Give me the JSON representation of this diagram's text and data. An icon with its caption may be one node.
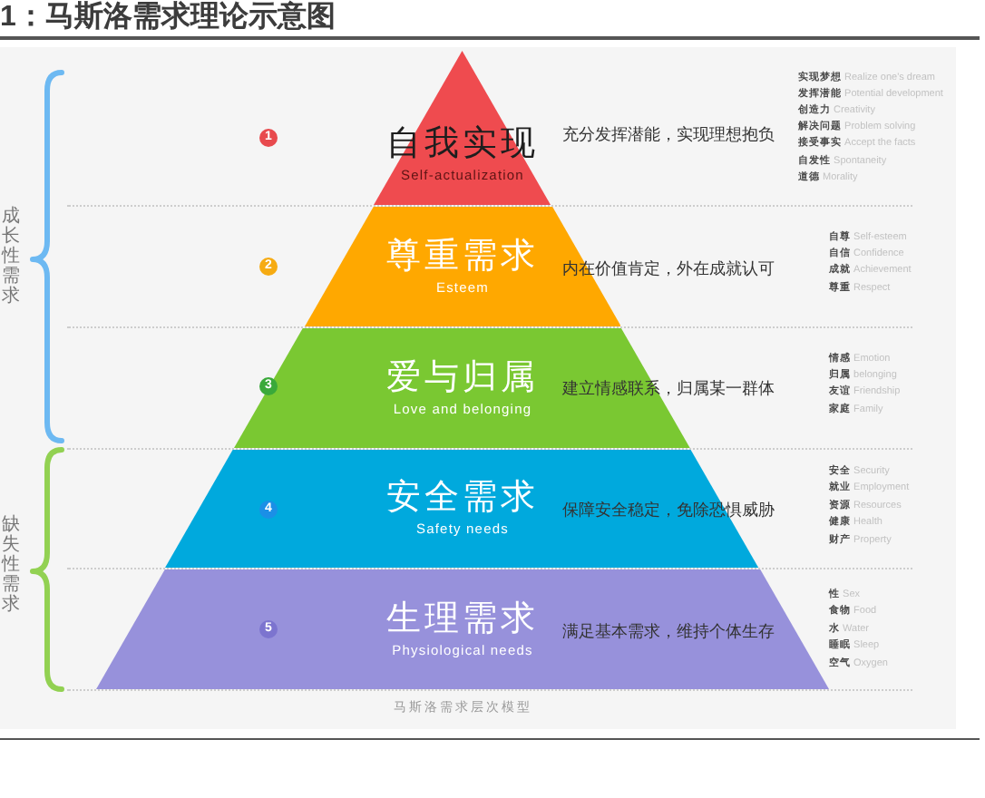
{
  "diagram": {
    "title": "1：马斯洛需求理论示意图",
    "caption": "马斯洛需求层次模型",
    "nodes": [
      {
        "text": [
          "自我实现",
          "Self-actualization"
        ],
        "beside": [
          "充分发挥潜能，实现理想抱负",
          "**实现梦想** Realize one's dream",
          "**发挥潜能** Potential development",
          "**创造力** Creativity",
          "**解决问题** Problem solving",
          "**接受事实** Accept the facts",
          "**自发性** Spontaneity",
          "**道德** Morality"
        ]
      },
      {
        "text": [
          "尊重需求",
          "Esteem"
        ],
        "beside": [
          "内在价值肯定，外在成就认可",
          "**自尊** Self-esteem",
          "**自信** Confidence",
          "**成就** Achievement",
          "**尊重** Respect"
        ]
      },
      {
        "text": [
          "爱与归属",
          "Love and belonging"
        ],
        "beside": [
          "建立情感联系，归属某一群体",
          "**情感** Emotion",
          "**归属** belonging",
          "**友谊** Friendship",
          "**家庭** Family"
        ]
      },
      {
        "text": [
          "安全需求",
          "Safety needs",
          "保障安全稳定，免除恐惧威胁"
        ],
        "beside": [
          "**安全** Security",
          "**就业** Employment",
          "**资源** Resources",
          "**健康** Health",
          "**财产** Property"
        ]
      },
      {
        "text": [
          "生理需求",
          "Physiological needs",
          "满足基本需求，维持个体生存"
        ],
        "beside": [
          "**性** Sex",
          "**食物** Food",
          "**水** Water",
          "**睡眠** Sleep",
          "**空气** Oxygen"
        ]
      }
    ],
    "labels": [
      "成长性需求",
      "缺失性需求",
      "1",
      "2",
      "3",
      "4",
      "5"
    ]
  }
}
